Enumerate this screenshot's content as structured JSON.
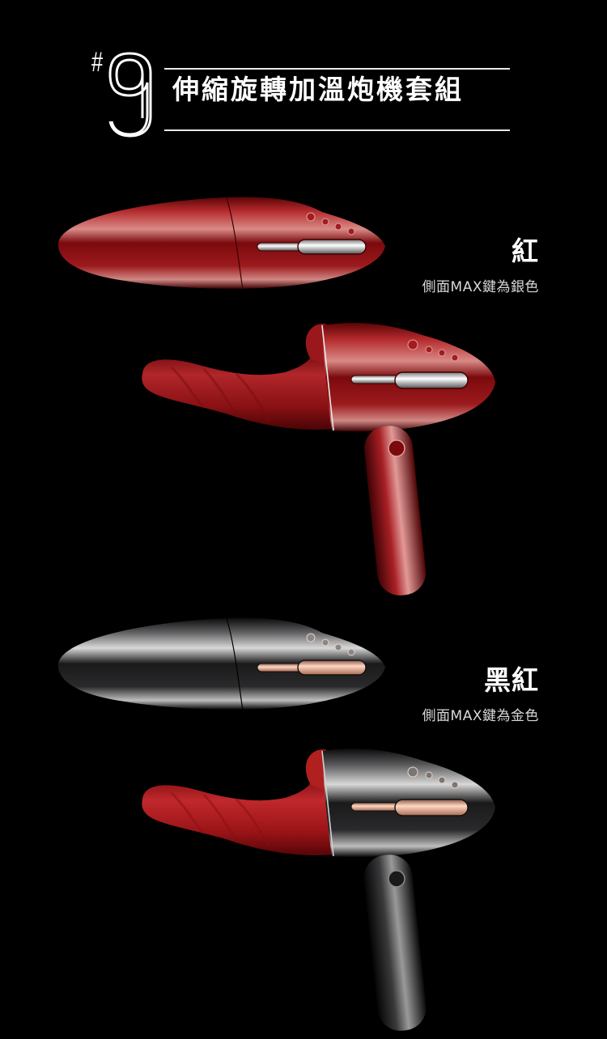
{
  "header": {
    "number_prefix": "#",
    "number": "9",
    "title": "伸縮旋轉加溫炮機套組"
  },
  "variants": [
    {
      "color_name": "紅",
      "note": "側面MAX鍵為銀色",
      "body_color": "#8e0f12",
      "accent_color": "#c9c9c9"
    },
    {
      "color_name": "黑紅",
      "note": "側面MAX鍵為金色",
      "body_color": "#1c1c1e",
      "accent_color": "#e7a68a"
    }
  ],
  "colors": {
    "background": "#000000",
    "text": "#ffffff",
    "rule": "#e8e8e8",
    "shaft_red": "#a8161c"
  }
}
